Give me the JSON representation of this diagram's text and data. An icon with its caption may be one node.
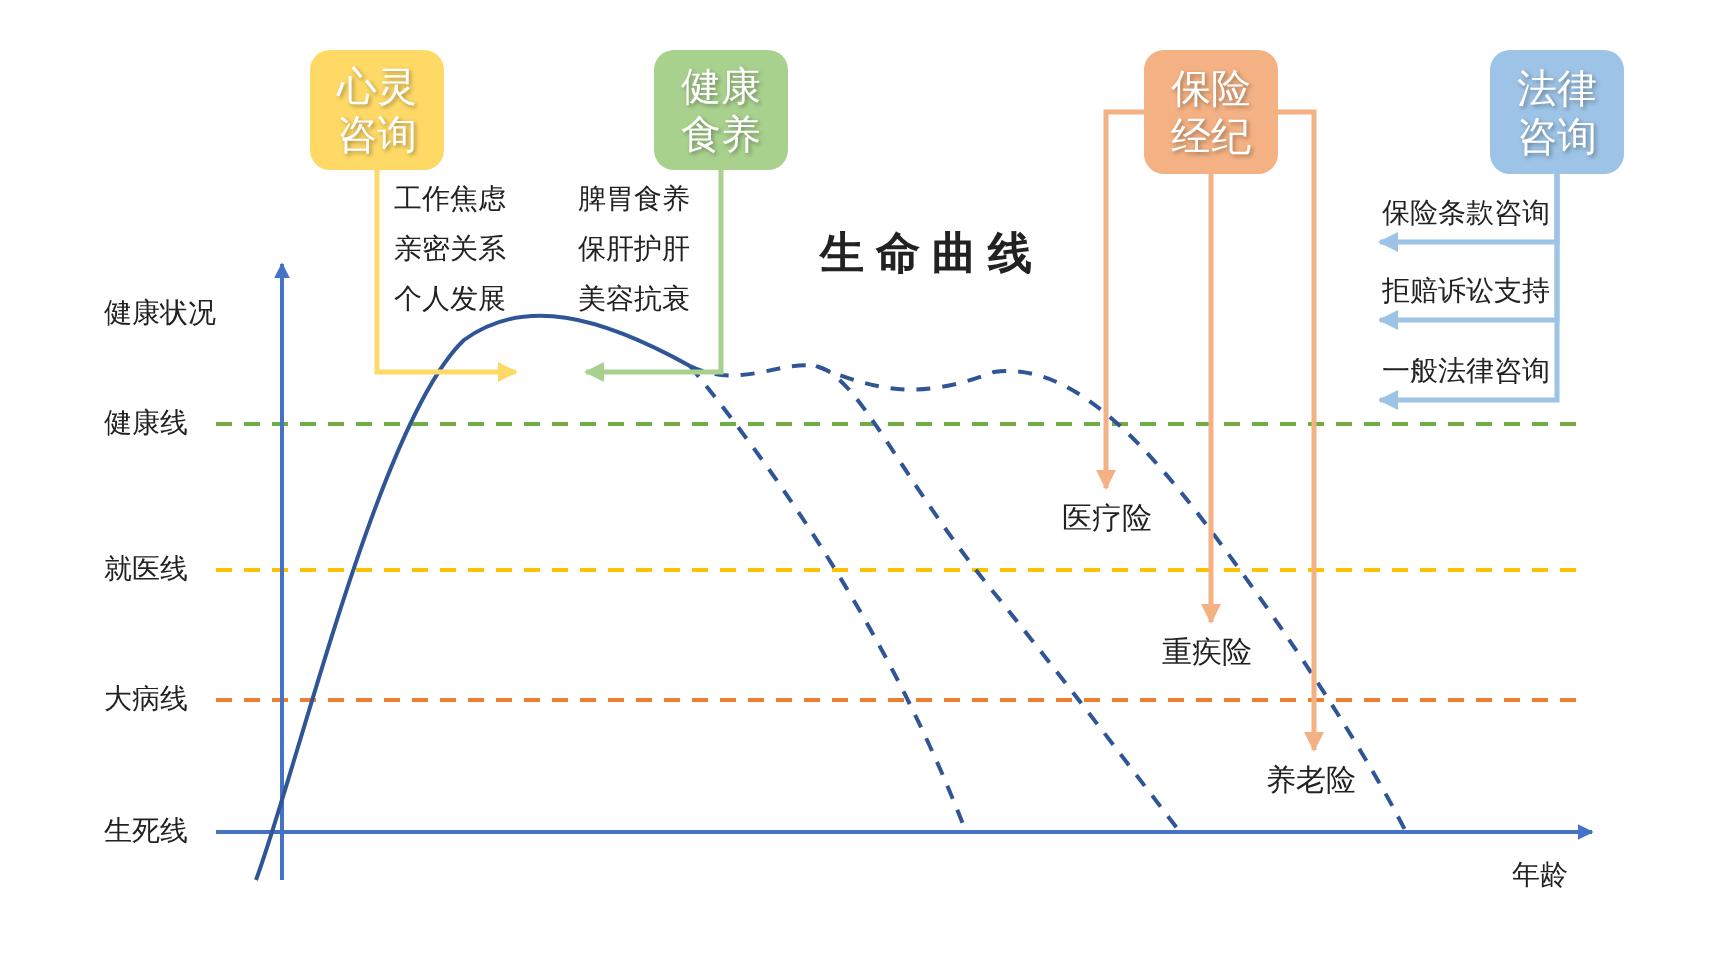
{
  "diagram": {
    "title": "生命曲线",
    "nodes": [
      {
        "text": [
          "心灵咨询"
        ],
        "beside": [
          "工作焦虑",
          "亲密关系",
          "个人发展"
        ]
      },
      {
        "text": [
          "健康食养"
        ],
        "beside": [
          "脾胃食养",
          "保肝护肝",
          "美容抗衰"
        ]
      },
      {
        "text": [
          "保险经纪"
        ]
      },
      {
        "text": [
          "法律咨询"
        ]
      },
      {
        "text": [
          "医疗险"
        ]
      },
      {
        "text": [
          "重疾险"
        ]
      },
      {
        "text": [
          "养老险"
        ]
      }
    ],
    "edges": [
      {
        "from": 0,
        "to": null,
        "arrow": "to",
        "color": "#ffd966"
      },
      {
        "from": 1,
        "to": null,
        "arrow": "to",
        "color": "#a9d18e"
      },
      {
        "from": 2,
        "to": 4,
        "arrow": "to",
        "color": "#f4b183"
      },
      {
        "from": 2,
        "to": 5,
        "arrow": "to",
        "color": "#f4b183"
      },
      {
        "from": 2,
        "to": 6,
        "arrow": "to",
        "color": "#f4b183"
      },
      {
        "from": 3,
        "to": null,
        "arrow": "to",
        "color": "#9dc3e6",
        "label": "保险条款咨询"
      },
      {
        "from": 3,
        "to": null,
        "arrow": "to",
        "color": "#9dc3e6",
        "label": "拒赔诉讼支持"
      },
      {
        "from": 3,
        "to": null,
        "arrow": "to",
        "color": "#9dc3e6",
        "label": "一般法律咨询"
      }
    ],
    "labels": [
      "健康状况",
      "健康线",
      "就医线",
      "大病线",
      "生死线",
      "年龄"
    ]
  }
}
